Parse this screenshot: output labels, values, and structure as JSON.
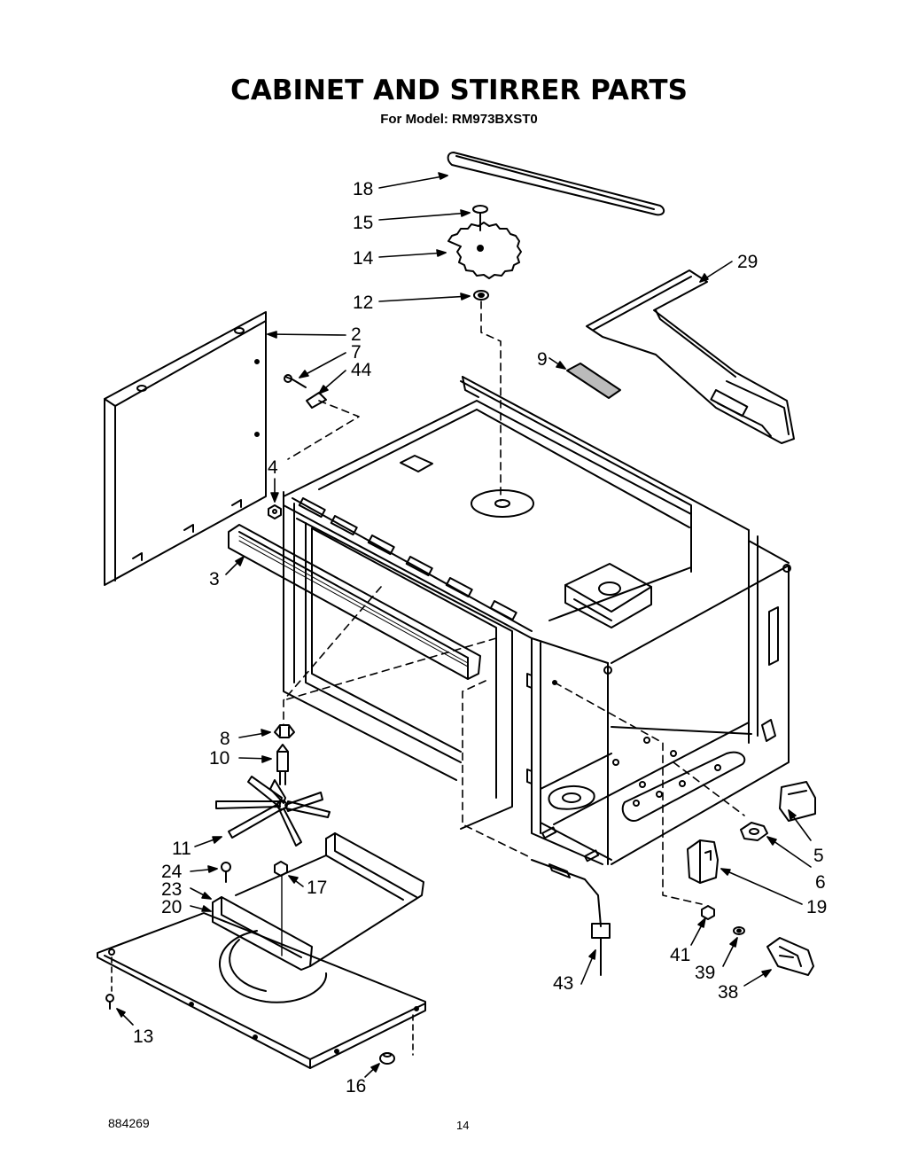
{
  "title": "CABINET AND STIRRER PARTS",
  "subtitle": "For Model: RM973BXST0",
  "doc_number": "884269",
  "page_number": "14",
  "callouts": {
    "c18": "18",
    "c15": "15",
    "c14": "14",
    "c12": "12",
    "c29": "29",
    "c2": "2",
    "c7": "7",
    "c44": "44",
    "c9": "9",
    "c4": "4",
    "c3": "3",
    "c8": "8",
    "c10": "10",
    "c11": "11",
    "c24": "24",
    "c23": "23",
    "c20": "20",
    "c17": "17",
    "c13": "13",
    "c16": "16",
    "c43": "43",
    "c5": "5",
    "c6": "6",
    "c19": "19",
    "c41": "41",
    "c39": "39",
    "c38": "38"
  }
}
